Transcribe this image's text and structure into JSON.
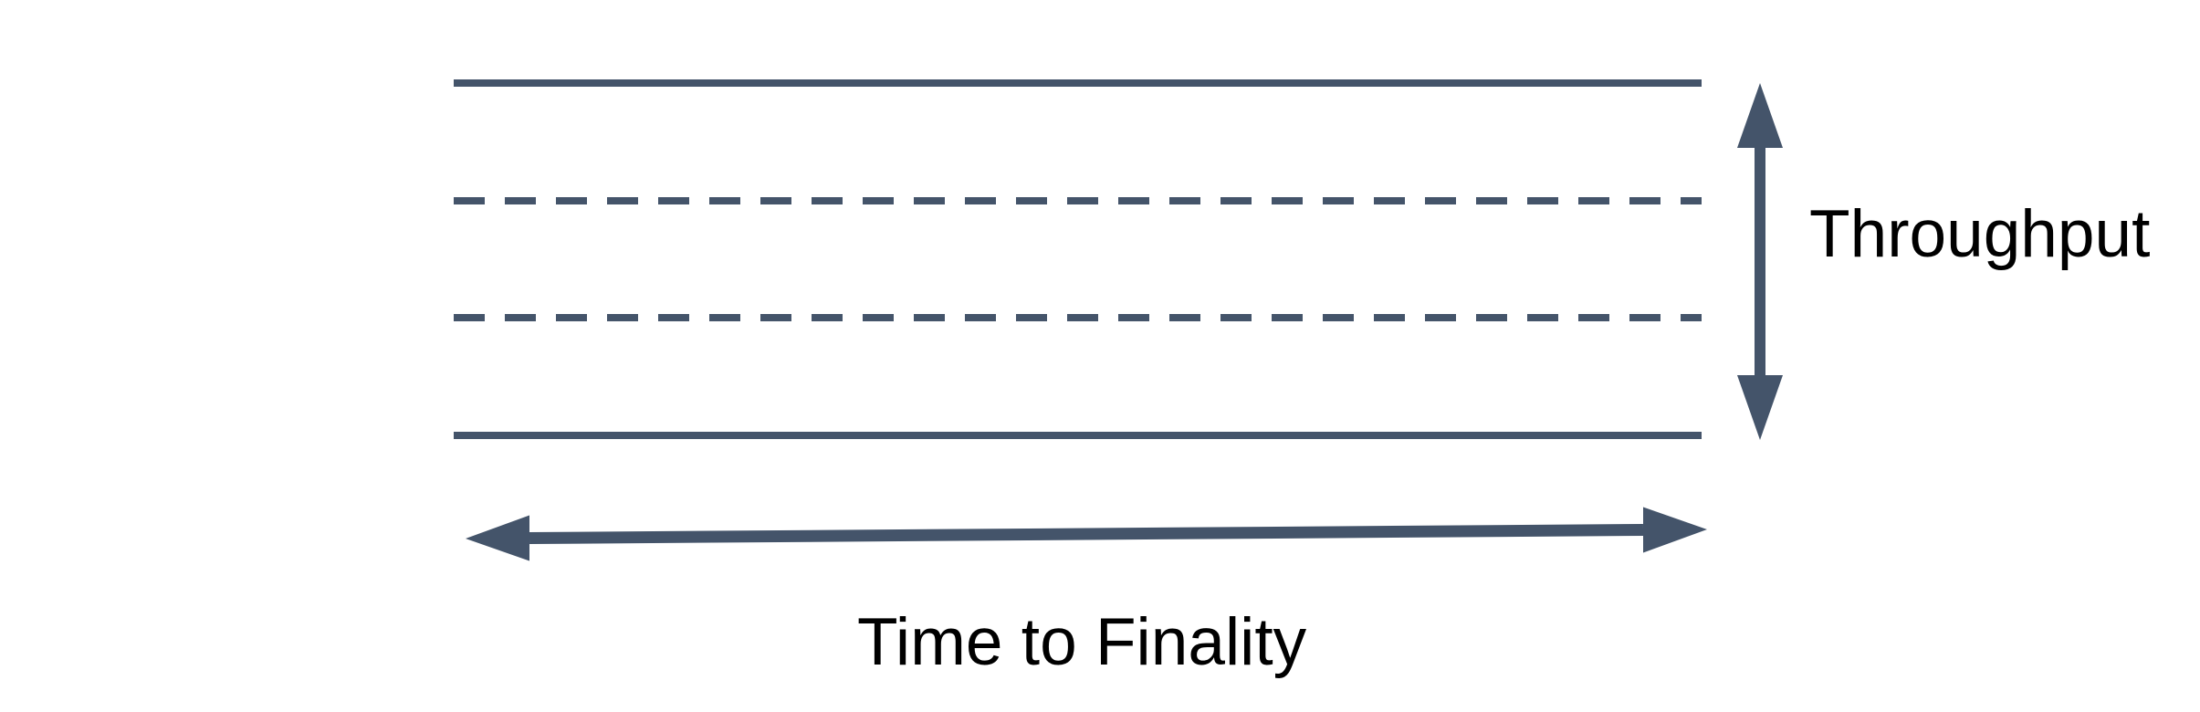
{
  "page": {
    "background": "#FFFFFF"
  },
  "colors": {
    "accent": "#44546A",
    "text": "#000000"
  },
  "labels": {
    "throughput": "Throughput",
    "time_to_finality": "Time to Finality"
  },
  "icons": {
    "throughput_arrow": "vertical-double-headed-arrow",
    "time_axis_arrow": "horizontal-double-headed-arrow"
  },
  "diagram": {
    "lines": [
      {
        "style": "solid"
      },
      {
        "style": "dashed"
      },
      {
        "style": "dashed"
      },
      {
        "style": "solid"
      }
    ],
    "dash_pattern": "34 22"
  }
}
